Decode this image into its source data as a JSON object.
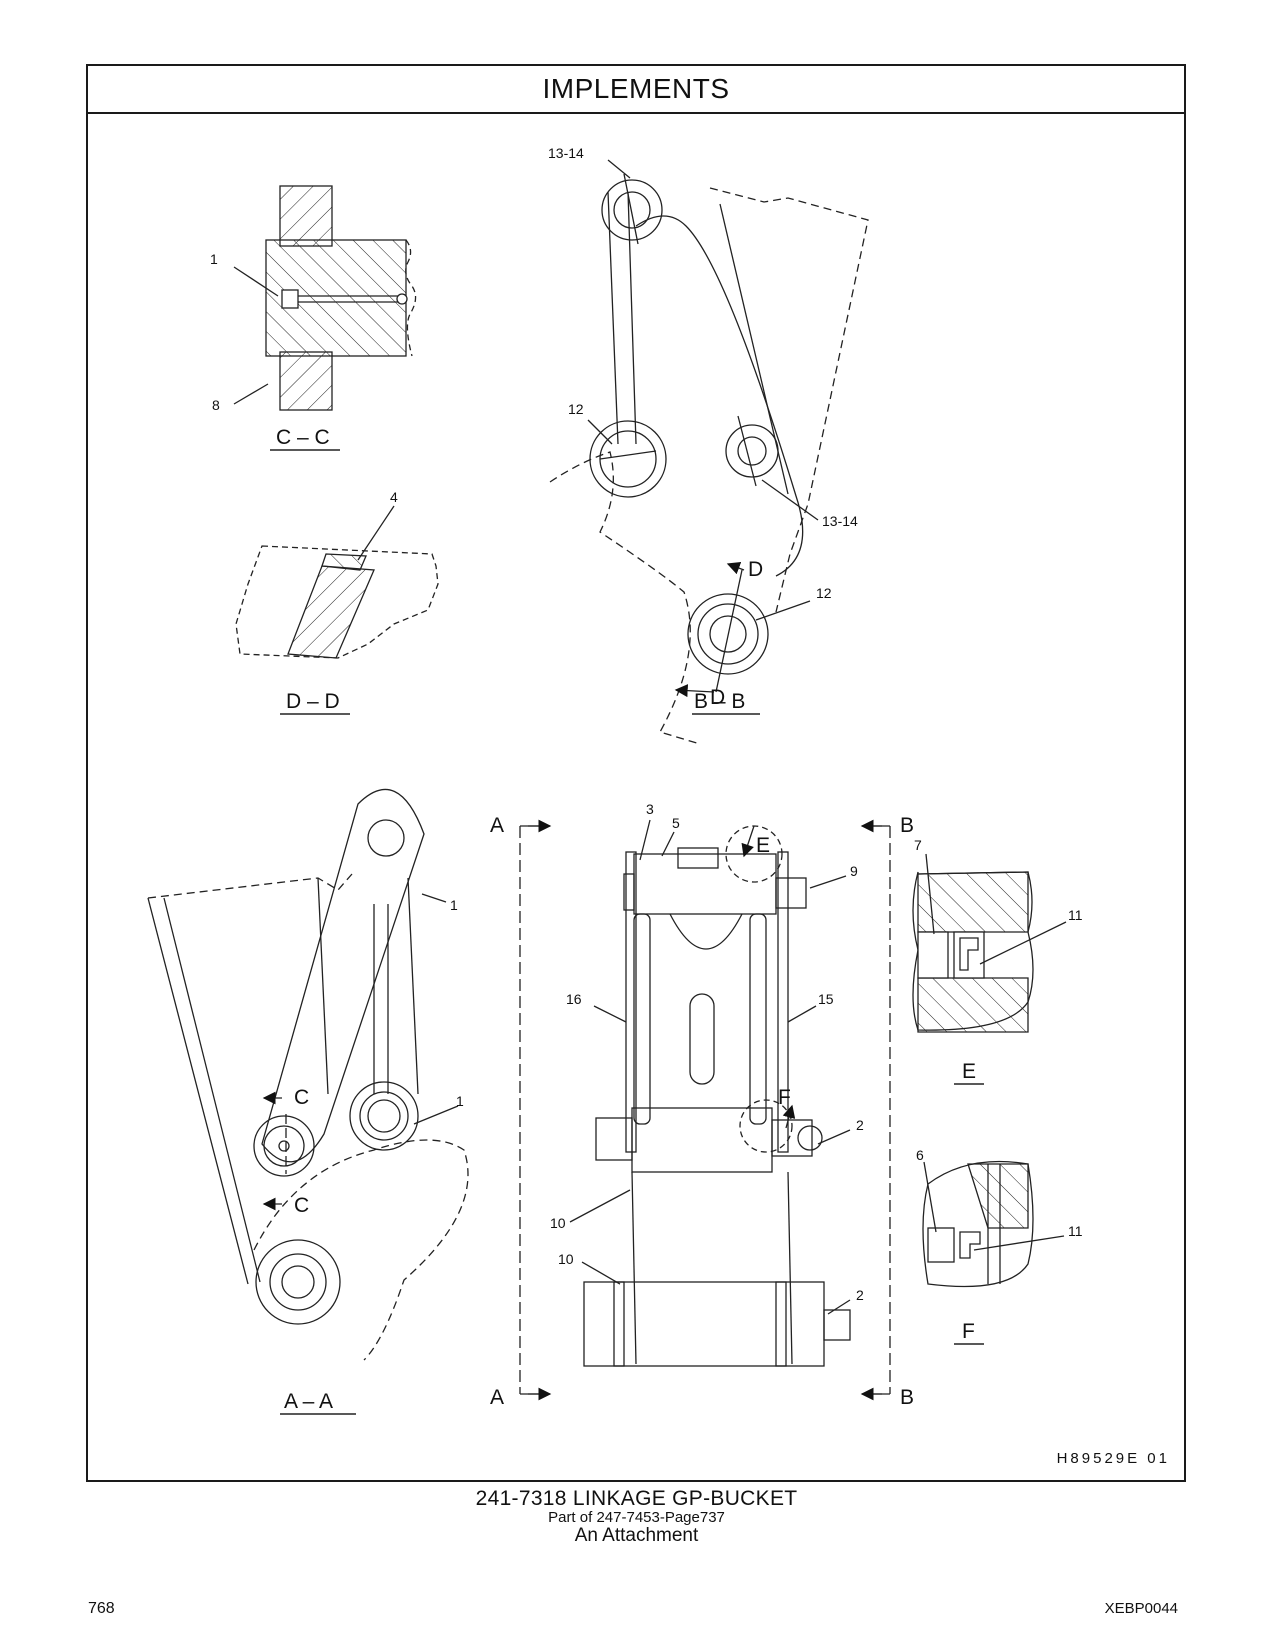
{
  "header": {
    "title": "IMPLEMENTS"
  },
  "views": {
    "cc": "C – C",
    "dd": "D – D",
    "bb": "B – B",
    "aa": "A – A",
    "e": "E",
    "f": "F"
  },
  "section_markers": {
    "a": "A",
    "b": "B",
    "c": "C",
    "d": "D",
    "e": "E",
    "f": "F"
  },
  "callouts": {
    "n1": "1",
    "n2": "2",
    "n3": "3",
    "n4": "4",
    "n5": "5",
    "n6": "6",
    "n7": "7",
    "n8": "8",
    "n9": "9",
    "n10": "10",
    "n11": "11",
    "n12": "12",
    "n13_14": "13-14",
    "n15": "15",
    "n16": "16"
  },
  "figure_code": "H89529E   01",
  "caption": {
    "title": "241-7318   LINKAGE  GP-BUCKET",
    "part_of": "Part of 247-7453-Page737",
    "note": "An Attachment"
  },
  "footer": {
    "page": "768",
    "doc": "XEBP0044"
  }
}
